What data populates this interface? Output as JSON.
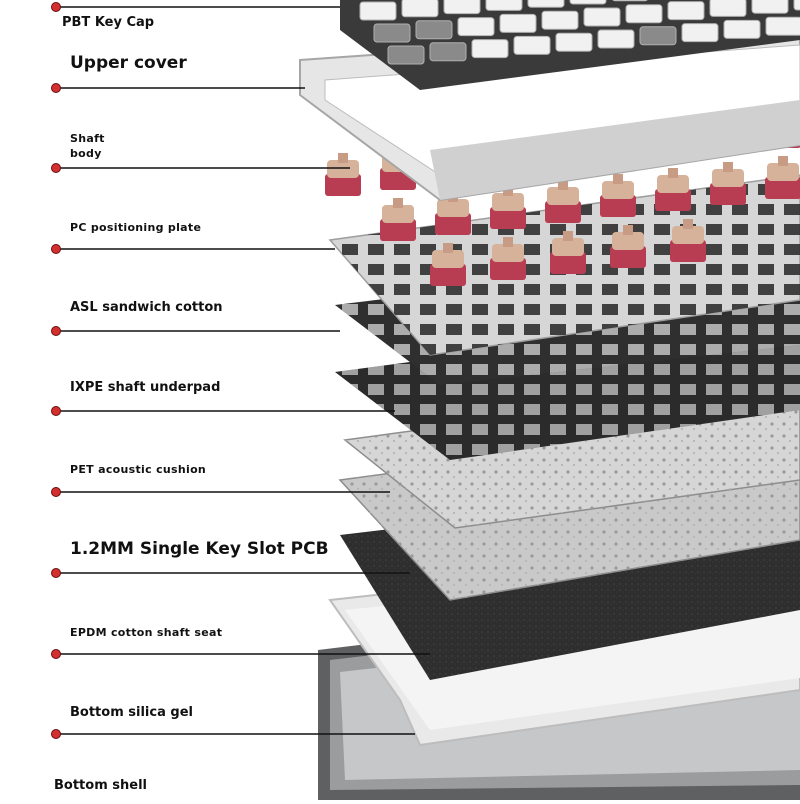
{
  "colors": {
    "pointer_dot": "#d32f2f",
    "leader_line": "#111111",
    "frame": "#e7e7e7",
    "keycap_white": "#f1f1f1",
    "keycap_gray": "#8a8a8a",
    "switch_base": "#b83d52",
    "switch_stem": "#d7b29a",
    "plate_metal": "#d4d4d4",
    "foam_black": "#2a2a2a"
  },
  "labels": [
    {
      "id": "pbt-key-cap",
      "text": "PBT Key Cap"
    },
    {
      "id": "upper-cover",
      "text": "Upper cover"
    },
    {
      "id": "shaft-body",
      "text": "Shaft\nbody"
    },
    {
      "id": "pc-positioning-plate",
      "text": "PC positioning plate"
    },
    {
      "id": "asl-sandwich-cotton",
      "text": "ASL sandwich cotton"
    },
    {
      "id": "ixpe-shaft-underpad",
      "text": "IXPE shaft underpad"
    },
    {
      "id": "pet-acoustic-cushion",
      "text": "PET acoustic cushion"
    },
    {
      "id": "single-key-slot-pcb",
      "text": "1.2MM Single Key Slot PCB"
    },
    {
      "id": "epdm-cotton-shaft-seat",
      "text": "EPDM cotton shaft seat"
    },
    {
      "id": "bottom-silica-gel",
      "text": "Bottom silica gel"
    },
    {
      "id": "bottom-shell",
      "text": "Bottom shell"
    }
  ]
}
